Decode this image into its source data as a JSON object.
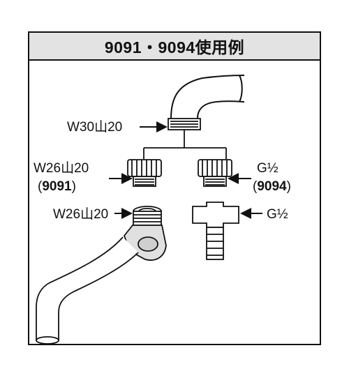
{
  "title": "9091・9094使用例",
  "labels": {
    "w30": "W30山20",
    "w26_top": "W26山20",
    "model_9091": "9091",
    "w26_bottom": "W26山20",
    "g_half_top": "G½",
    "model_9094": "9094",
    "g_half_bottom": "G½"
  },
  "colors": {
    "title_bg": "#e3e3e3",
    "stroke": "#111111"
  }
}
